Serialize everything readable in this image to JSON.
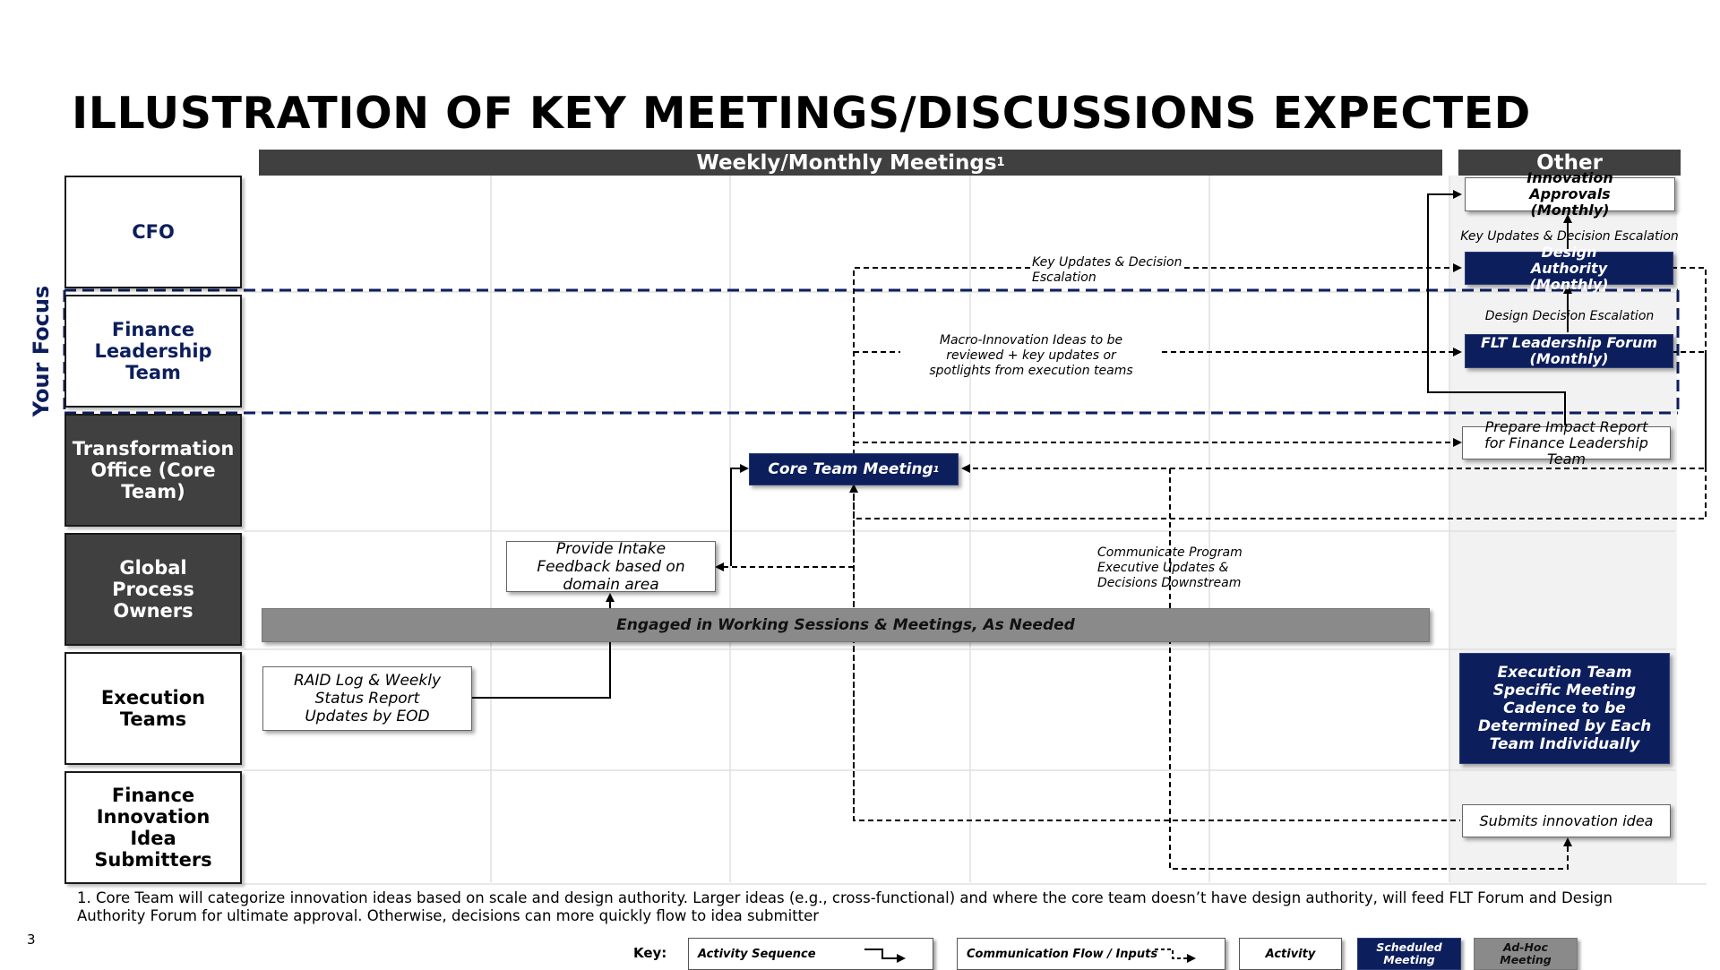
{
  "title": "ILLUSTRATION OF KEY MEETINGS/DISCUSSIONS EXPECTED",
  "headers": {
    "weekly": "Weekly/Monthly Meetings",
    "weekly_sup": "1",
    "other": "Other"
  },
  "focus_label": "Your Focus",
  "rows": [
    {
      "label": "CFO"
    },
    {
      "label": "Finance Leadership Team"
    },
    {
      "label": "Transformation Office (Core Team)"
    },
    {
      "label": "Global Process Owners"
    },
    {
      "label": "Execution Teams"
    },
    {
      "label": "Finance Innovation Idea Submitters"
    }
  ],
  "boxes": {
    "innovation_approvals": "Innovation Approvals (Monthly)",
    "design_authority": "Design Authority (Monthly)",
    "flt_forum": "FLT Leadership Forum (Monthly)",
    "prepare_impact": "Prepare Impact Report for Finance Leadership Team",
    "core_team_meeting": "Core Team Meeting",
    "core_team_sup": "1",
    "intake_feedback": "Provide Intake Feedback based on domain area",
    "working_sessions": "Engaged in Working Sessions & Meetings, As Needed",
    "raid_log": "RAID Log & Weekly Status Report Updates by EOD",
    "execution_cadence": "Execution Team Specific Meeting Cadence to be Determined by Each Team Individually",
    "submits_idea": "Submits innovation idea"
  },
  "notes": {
    "key_updates_1": "Key Updates & Decision Escalation",
    "key_updates_2": "Key Updates & Decision Escalation",
    "design_decision": "Design Decision Escalation",
    "macro_ideas": "Macro-Innovation Ideas to be reviewed + key updates or spotlights from execution teams",
    "communicate": "Communicate Program Executive Updates & Decisions Downstream"
  },
  "footnote": "1. Core Team will categorize innovation ideas based on scale and design authority. Larger ideas (e.g., cross-functional) and where the core team doesn’t have design authority, will feed FLT Forum and Design Authority Forum for ultimate approval. Otherwise, decisions can more quickly flow to idea submitter",
  "page_number": "3",
  "key": {
    "label": "Key:",
    "activity_sequence": "Activity Sequence",
    "communication_flow": "Communication Flow / Inputs",
    "activity": "Activity",
    "scheduled": "Scheduled Meeting",
    "adhoc": "Ad-Hoc Meeting"
  },
  "colors": {
    "navy": "#0c1e5c",
    "dark_gray": "#404040",
    "ad_hoc_gray": "#8a8a8a",
    "other_column_bg": "#f2f2f2"
  }
}
